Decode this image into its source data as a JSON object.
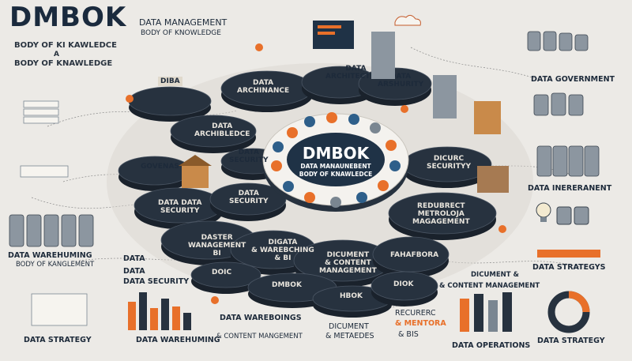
{
  "header": {
    "title": "DMBOK",
    "subtitle_1": "BODY OF KI KAWLEDCE",
    "subtitle_2": "A",
    "subtitle_3": "BODY OF KNAWLEDGE",
    "top_label_1": "DATA MANAGEMENT",
    "top_label_2": "BODY OF KNOWLEDGE"
  },
  "center": {
    "title": "DMBOK",
    "line1": "DATA MANAUNEBENT",
    "line2": "BODY OF KNAWLEDCE"
  },
  "discs": [
    {
      "label": "DIBA"
    },
    {
      "label": "DATA\nARCHINANCE"
    },
    {
      "label": "DATA\nARCHITECTURE"
    },
    {
      "label": "DATA\nARSHURITY"
    },
    {
      "label": "DATA\nARCHIBLEDCE"
    },
    {
      "label": "DATA\nSECURITY"
    },
    {
      "label": "GOVENAS"
    },
    {
      "label": "DATA DATA\nSECURITY"
    },
    {
      "label": "DATA\nSECURITY"
    },
    {
      "label": "DICURC\nSECURITYY"
    },
    {
      "label": "REDUBRECT\nMETROLOJA\nMAGAGEMENT"
    },
    {
      "label": "DASTER\nWANAGEMENT\nBI"
    },
    {
      "label": "DIGATA\n& WAREBCHING\n& BI"
    },
    {
      "label": "DICUMENT\n& CONTENT\nMANAGEMENT"
    },
    {
      "label": "FAHAFBORA"
    },
    {
      "label": "DOIC"
    },
    {
      "label": "DMBOK"
    },
    {
      "label": "HBOK"
    },
    {
      "label": "DIOK"
    }
  ],
  "side_labels": {
    "data_government": "DATA GOVERNMENT",
    "data_inereranent": "DATA INERERANENT",
    "data_strategys": "DATA STRATEGYS",
    "content_management": "& CONTENT MANAGEMENT",
    "document_amp": "DICUMENT &",
    "data_operations": "DATA OPERATIONS",
    "data_strategy_right": "DATA STRATEGY",
    "data_warehuming": "DATA WAREHUMING",
    "body_kangement": "BODY OF KANGLEMENT",
    "data_1": "DATA",
    "data_security": "DATA SECURITY",
    "data_strategy_left": "DATA STRATEGY",
    "data_wareboings": "DATA WAREBOINGS",
    "data_warehuming_bottom": "DATA WAREHUMING",
    "content_mangement": "& CONTENT MANGEMENT",
    "dicument": "DICUMENT",
    "metaedes": "& METAEDES",
    "recurerc": "RECURERC",
    "mentora": "& MENTORA",
    "bis": "& BIS"
  },
  "colors": {
    "background": "#eceae6",
    "disc_dark": "#27323f",
    "accent_orange": "#e8702a",
    "accent_blue": "#2e5f8a"
  }
}
